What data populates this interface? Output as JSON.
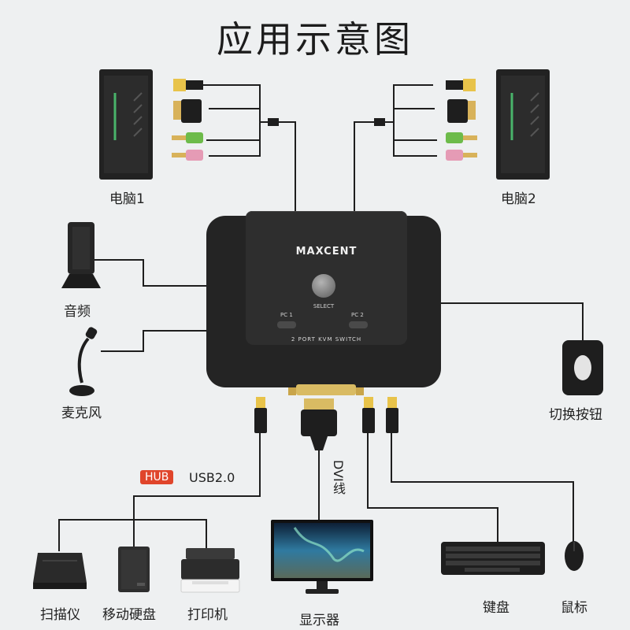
{
  "title": "应用示意图",
  "kvm": {
    "brand": "MAXCENT",
    "select_label": "SELECT",
    "pc1_label": "PC 1",
    "pc2_label": "PC 2",
    "footer_label": "2 PORT KVM SWITCH"
  },
  "devices": {
    "pc1": "电脑1",
    "pc2": "电脑2",
    "audio": "音频",
    "mic": "麦克风",
    "switch_button": "切换按钮",
    "scanner": "扫描仪",
    "hdd": "移动硬盘",
    "printer": "打印机",
    "monitor": "显示器",
    "keyboard": "键盘",
    "mouse": "鼠标"
  },
  "hub": {
    "badge": "HUB",
    "label": "USB2.0"
  },
  "dvi_label": "DVI线",
  "colors": {
    "background": "#eef0f1",
    "device_body": "#242424",
    "cable": "#1e1e1e",
    "hub_badge": "#e0452b",
    "pc_led": "#49b36a",
    "audio_plug_green": "#6dbb4a",
    "audio_plug_pink": "#e59bb5"
  }
}
